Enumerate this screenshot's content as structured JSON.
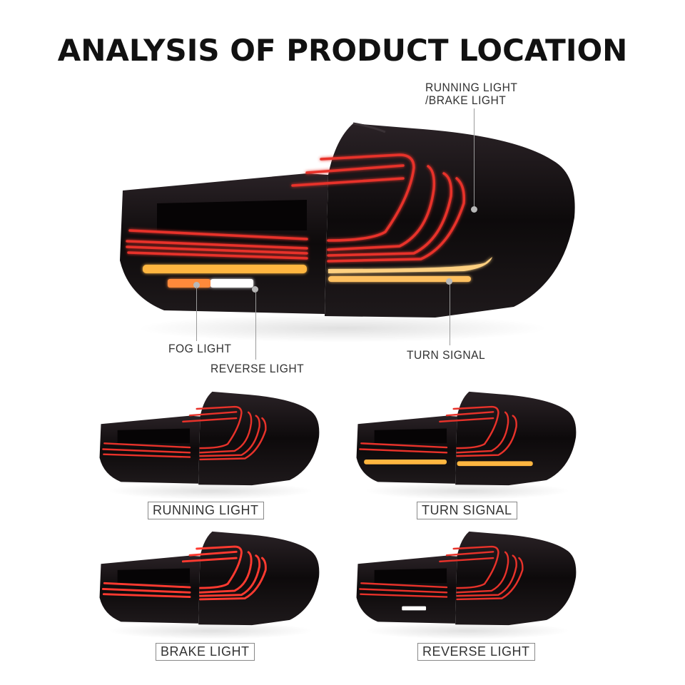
{
  "title": "ANALYSIS OF PRODUCT LOCATION",
  "main_diagram": {
    "callouts": {
      "running_brake": [
        "RUNNING LIGHT",
        "/BRAKE LIGHT"
      ],
      "fog": "FOG LIGHT",
      "reverse": "REVERSE LIGHT",
      "turn": "TURN SIGNAL"
    }
  },
  "modes": [
    {
      "label": "RUNNING LIGHT",
      "turn_on": false,
      "reverse_on": false
    },
    {
      "label": "TURN SIGNAL",
      "turn_on": true,
      "reverse_on": false
    },
    {
      "label": "BRAKE LIGHT",
      "turn_on": false,
      "reverse_on": false
    },
    {
      "label": "REVERSE LIGHT",
      "turn_on": false,
      "reverse_on": true
    }
  ],
  "colors": {
    "housing": "#141012",
    "red_led": "#e8322a",
    "amber_led": "#ffb640",
    "reverse_white": "#ffffff"
  }
}
